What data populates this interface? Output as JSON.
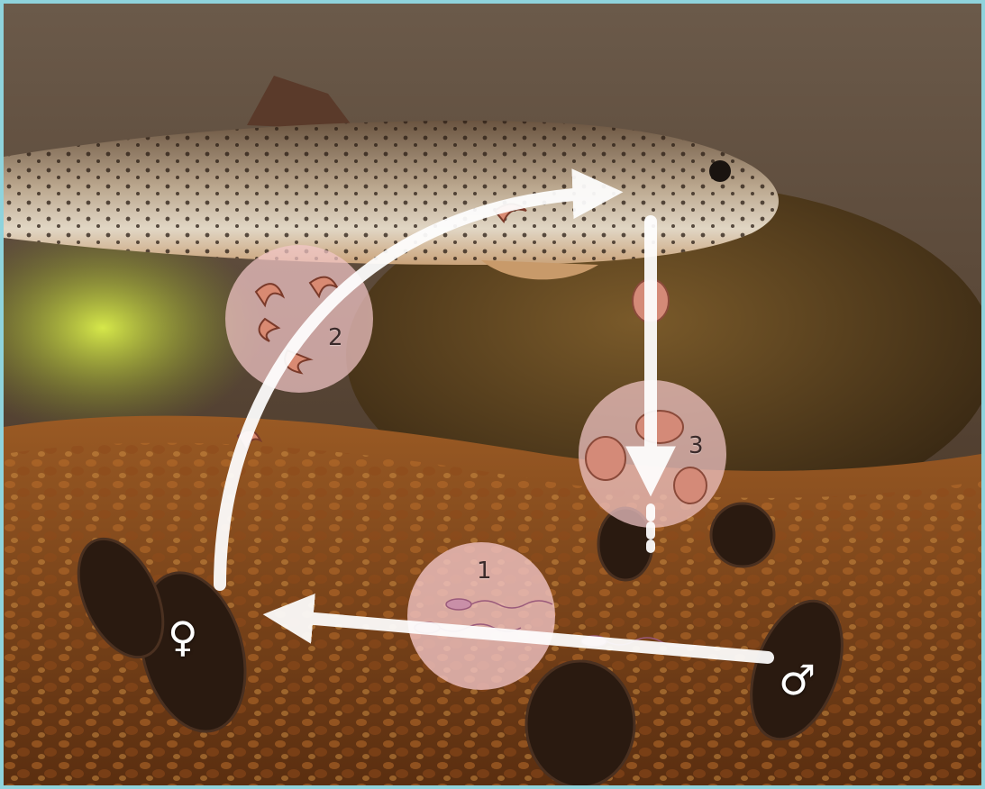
{
  "stages": [
    {
      "label": "1"
    },
    {
      "label": "2"
    },
    {
      "label": "3"
    }
  ],
  "symbols": {
    "female": "♀",
    "male": "♂"
  },
  "colors": {
    "frame": "#8fd3dc",
    "arrow": "#ffffff",
    "inset": "#f3c6c8"
  }
}
